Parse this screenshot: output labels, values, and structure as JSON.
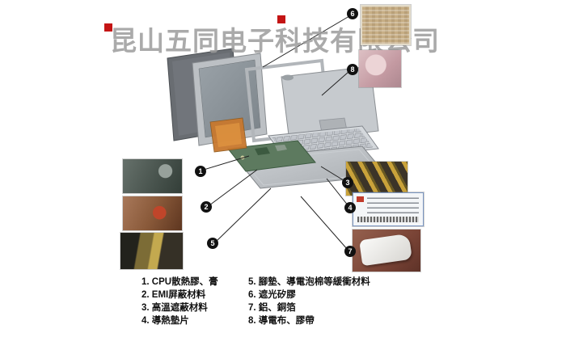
{
  "watermark": {
    "text": "昆山五同电子科技有限公司"
  },
  "callouts": [
    "1",
    "2",
    "3",
    "4",
    "5",
    "6",
    "7",
    "8"
  ],
  "legend": {
    "left": [
      "1. CPU散熱膠、膏",
      "2. EMI屏蔽材料",
      "3. 高溫遮蔽材料",
      "4. 導熱墊片"
    ],
    "right": [
      "5. 腳墊、導電泡棉等緩衝材料",
      "6. 遮光矽膠",
      "7. 鋁、銅箔",
      "8. 導電布、膠帶"
    ]
  },
  "colors": {
    "watermark_gray": "#9c9c9c",
    "logo_red": "#c41414",
    "callout_black": "#111111",
    "pcb_green": "#5d7a5f",
    "flex_orange": "#c8782e"
  }
}
